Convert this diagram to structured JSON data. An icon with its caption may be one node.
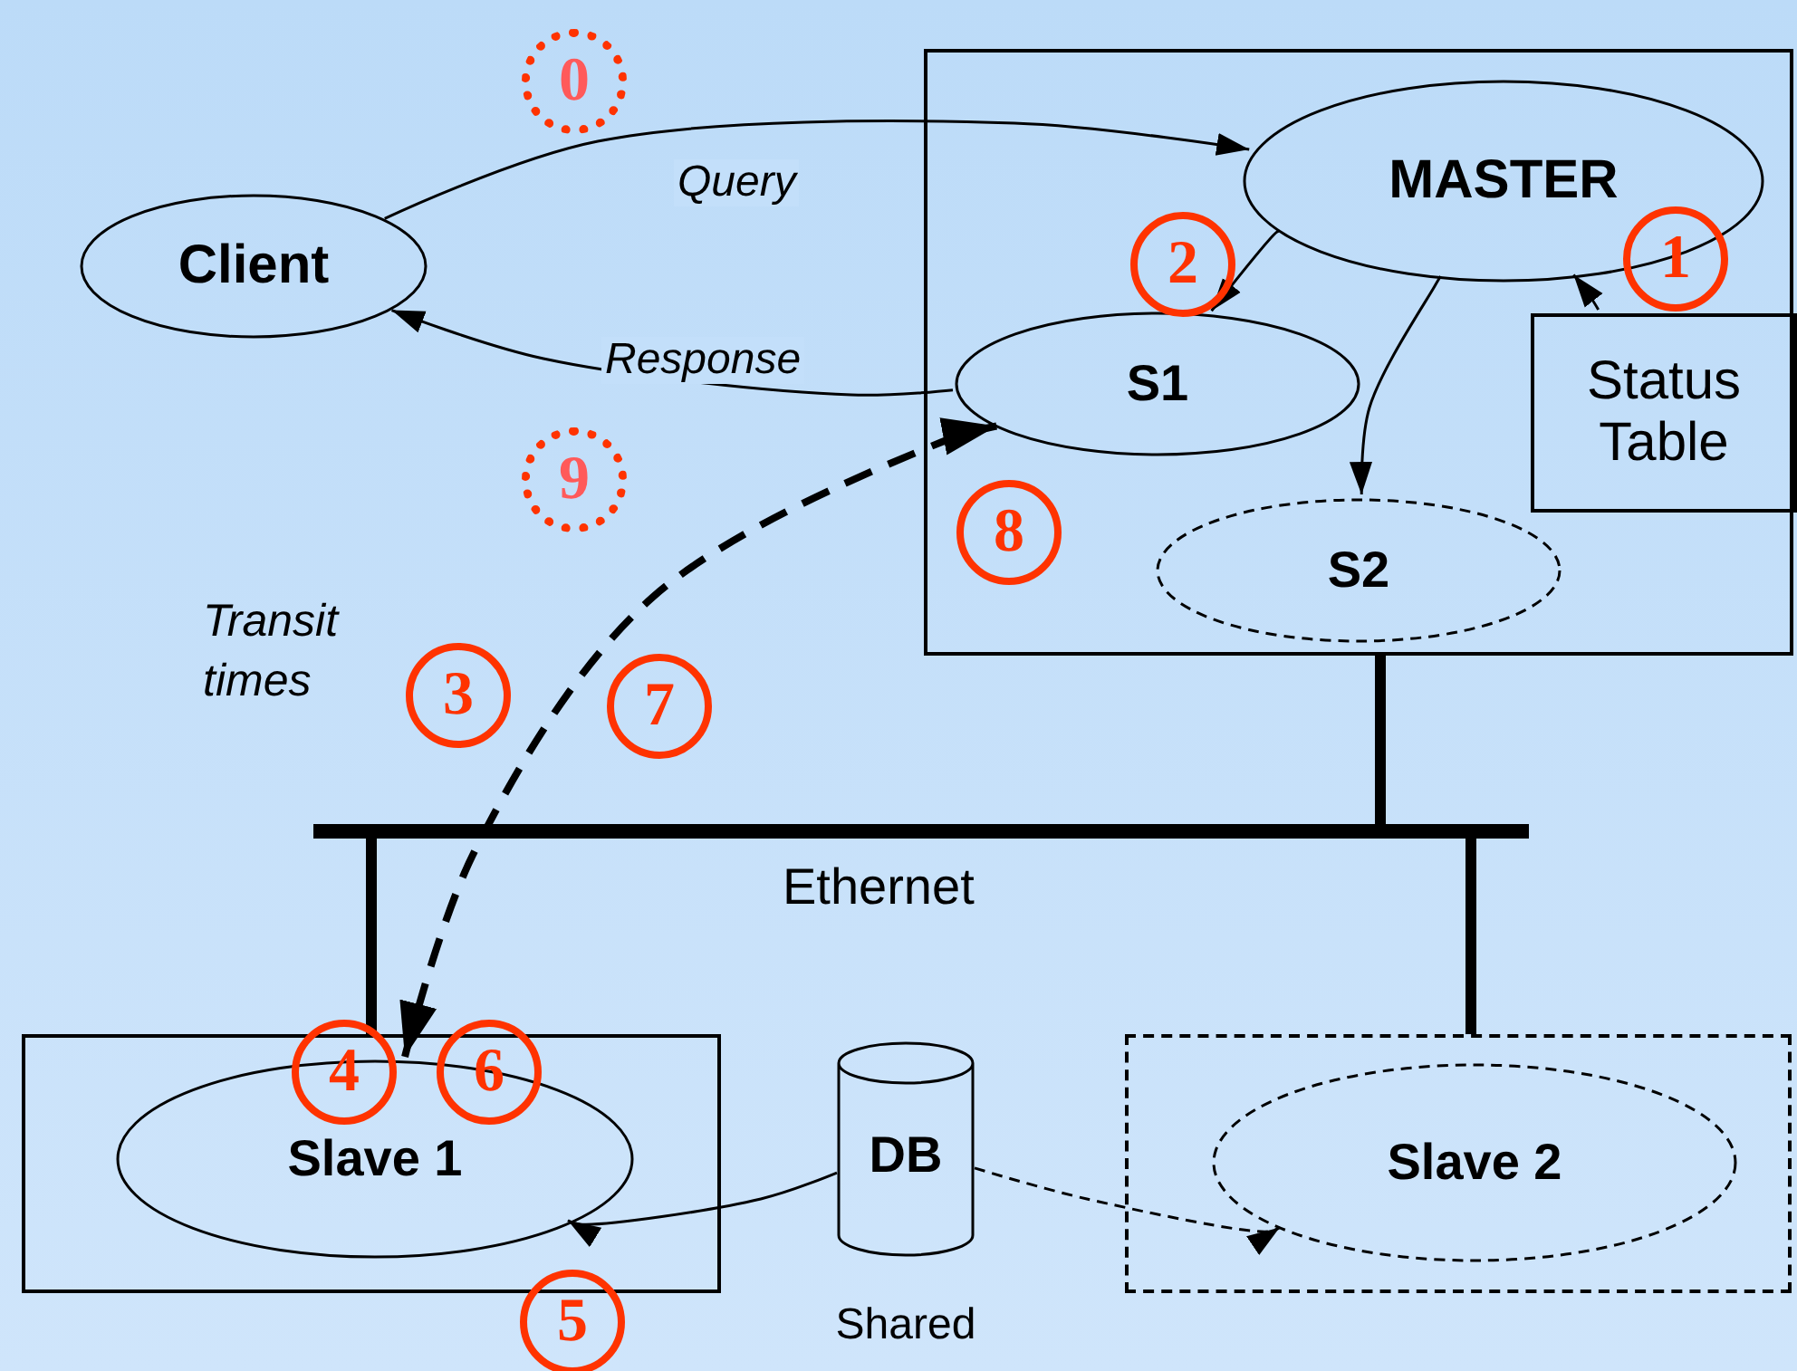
{
  "diagram": {
    "nodes": [
      {
        "text": [],
        "shape": "box"
      },
      {
        "text": [
          "MASTER"
        ],
        "in": 0
      },
      {
        "text": [
          "S1"
        ],
        "in": 0
      },
      {
        "text": [
          "S2"
        ],
        "in": 0
      },
      {
        "text": [
          "Status Table"
        ],
        "in": 0
      },
      {
        "text": [
          "Client"
        ]
      },
      {
        "text": [],
        "shape": "box"
      },
      {
        "text": [
          "Slave 1"
        ],
        "in": 6
      },
      {
        "text": [
          "DB"
        ],
        "beside": [
          "Shared"
        ]
      },
      {
        "text": [],
        "shape": "box"
      },
      {
        "text": [
          "Slave 2"
        ],
        "in": 9
      },
      {
        "text": [],
        "shape": "bar"
      }
    ],
    "edges": [
      {
        "from": 5,
        "to": 1,
        "arrow": "to",
        "label": "Query"
      },
      {
        "from": 2,
        "to": 5,
        "arrow": "to",
        "label": "Response"
      },
      {
        "from": 1,
        "to": 2,
        "arrow": "to"
      },
      {
        "from": 1,
        "to": 3,
        "arrow": "to"
      },
      {
        "from": 4,
        "to": 1,
        "arrow": "to"
      },
      {
        "from": 7,
        "to": 2,
        "arrow": "both",
        "style": "dashed"
      },
      {
        "from": 8,
        "to": 7,
        "arrow": "to"
      },
      {
        "from": 8,
        "to": 10,
        "arrow": "to",
        "style": "dashed"
      },
      {
        "from": 0,
        "to": 11,
        "arrow": "none",
        "style": "thick"
      },
      {
        "from": 11,
        "to": 6,
        "arrow": "none",
        "style": "thick"
      },
      {
        "from": 11,
        "to": 9,
        "arrow": "none",
        "style": "thick"
      }
    ],
    "labels": [
      "0",
      "2",
      "1",
      "9",
      "8",
      "Transit times",
      "3",
      "7",
      "Ethernet",
      "4",
      "6",
      "5"
    ]
  }
}
